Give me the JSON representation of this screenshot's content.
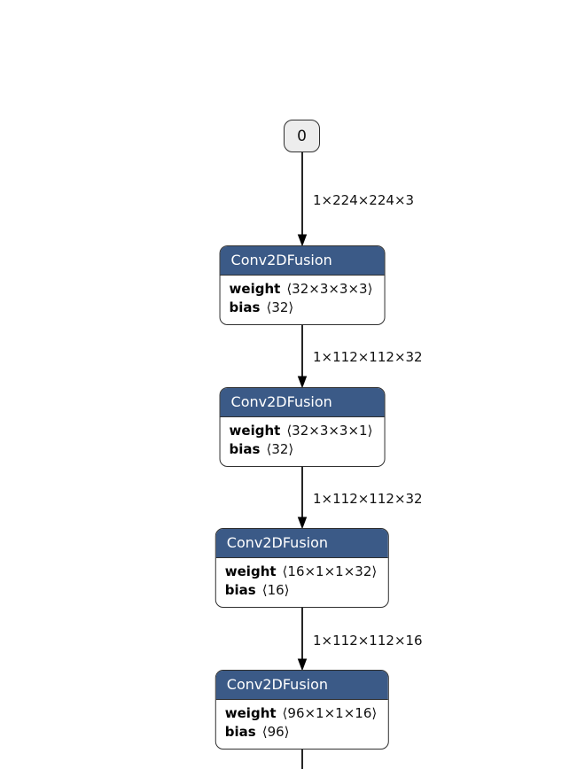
{
  "graph": {
    "input_node": {
      "label": "0"
    },
    "nodes": [
      {
        "title": "Conv2DFusion",
        "attrs": [
          {
            "name": "weight",
            "value": "⟨32×3×3×3⟩"
          },
          {
            "name": "bias",
            "value": "⟨32⟩"
          }
        ]
      },
      {
        "title": "Conv2DFusion",
        "attrs": [
          {
            "name": "weight",
            "value": "⟨32×3×3×1⟩"
          },
          {
            "name": "bias",
            "value": "⟨32⟩"
          }
        ]
      },
      {
        "title": "Conv2DFusion",
        "attrs": [
          {
            "name": "weight",
            "value": "⟨16×1×1×32⟩"
          },
          {
            "name": "bias",
            "value": "⟨16⟩"
          }
        ]
      },
      {
        "title": "Conv2DFusion",
        "attrs": [
          {
            "name": "weight",
            "value": "⟨96×1×1×16⟩"
          },
          {
            "name": "bias",
            "value": "⟨96⟩"
          }
        ]
      }
    ],
    "edges": [
      {
        "label": "1×224×224×3"
      },
      {
        "label": "1×112×112×32"
      },
      {
        "label": "1×112×112×32"
      },
      {
        "label": "1×112×112×16"
      }
    ],
    "colors": {
      "canvas_bg": "#ffffff",
      "node_header": "#3b5a87",
      "node_border": "#2f2f2f",
      "input_fill": "#ededed",
      "edge_color": "#000000"
    }
  }
}
